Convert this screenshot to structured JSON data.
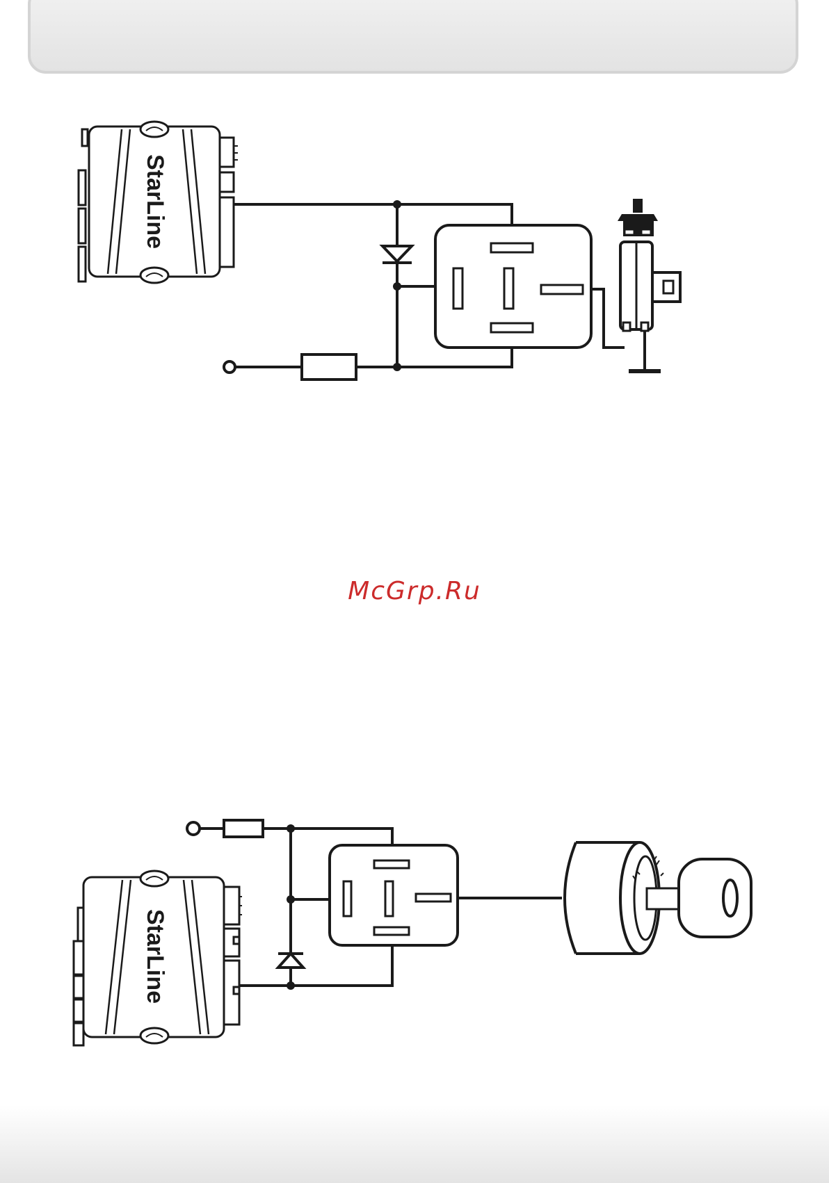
{
  "watermark": {
    "text": "McGrp.Ru"
  },
  "diagrams": [
    {
      "brand_label": "StarLine"
    },
    {
      "brand_label": "StarLine"
    }
  ],
  "colors": {
    "watermark": "#cc2b2b",
    "line": "#1a1a1a"
  }
}
